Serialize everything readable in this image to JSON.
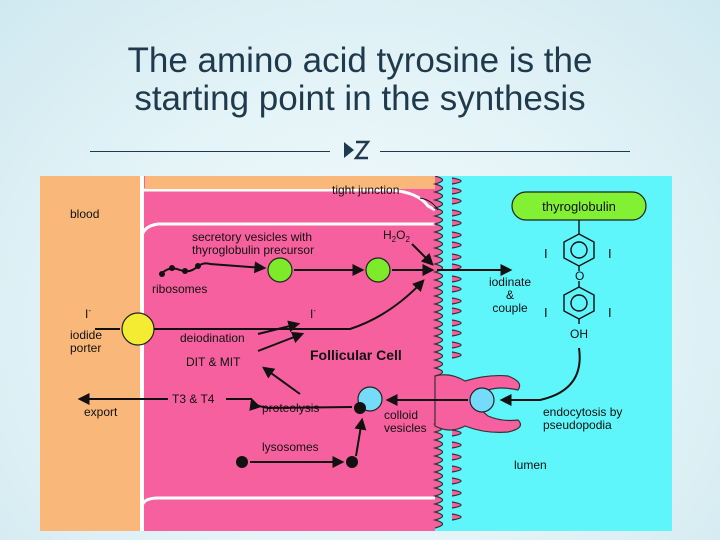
{
  "slide": {
    "title_line1": "The amino acid tyrosine is the",
    "title_line2": "starting point in the synthesis"
  },
  "diagram": {
    "labels": {
      "tight_junction": "tight junction",
      "blood": "blood",
      "thyroglobulin": "thyroglobulin",
      "secretory_vesicles_line1": "secretory vesicles with",
      "secretory_vesicles_line2": "thyroglobulin precursor",
      "h2o2_main": "H",
      "h2o2_sub1": "2",
      "h2o2_mid": "O",
      "h2o2_sub2": "2",
      "ribosomes": "ribosomes",
      "iodide_left": "I",
      "iodide_mid": "I",
      "iodide_sup": "-",
      "iodide_porter_line1": "iodide",
      "iodide_porter_line2": "porter",
      "deiodination": "deiodination",
      "dit_mit": "DIT & MIT",
      "follicular_cell": "Follicular Cell",
      "iodinate_line1": "iodinate",
      "iodinate_line2": "&",
      "iodinate_line3": "couple",
      "t3_t4": "T3 & T4",
      "export": "export",
      "proteolysis": "proteolysis",
      "colloid_line1": "colloid",
      "colloid_line2": "vesicles",
      "lysosomes": "lysosomes",
      "endocytosis_line1": "endocytosis by",
      "endocytosis_line2": "pseudopodia",
      "lumen": "lumen",
      "ring_I_tl": "I",
      "ring_I_tr": "I",
      "ring_I_bl": "I",
      "ring_I_br": "I",
      "ring_O": "O",
      "ring_OH": "OH"
    },
    "colors": {
      "blood": "#f9b87a",
      "cell": "#f7609e",
      "lumen": "#5ef5fb",
      "vesicle_green": "#7dea2a",
      "porter_yellow": "#f4ec32",
      "colloid_cyan": "#74dcf9",
      "thyroglobulin_green": "#82f033",
      "membrane": "#ffffff"
    }
  }
}
